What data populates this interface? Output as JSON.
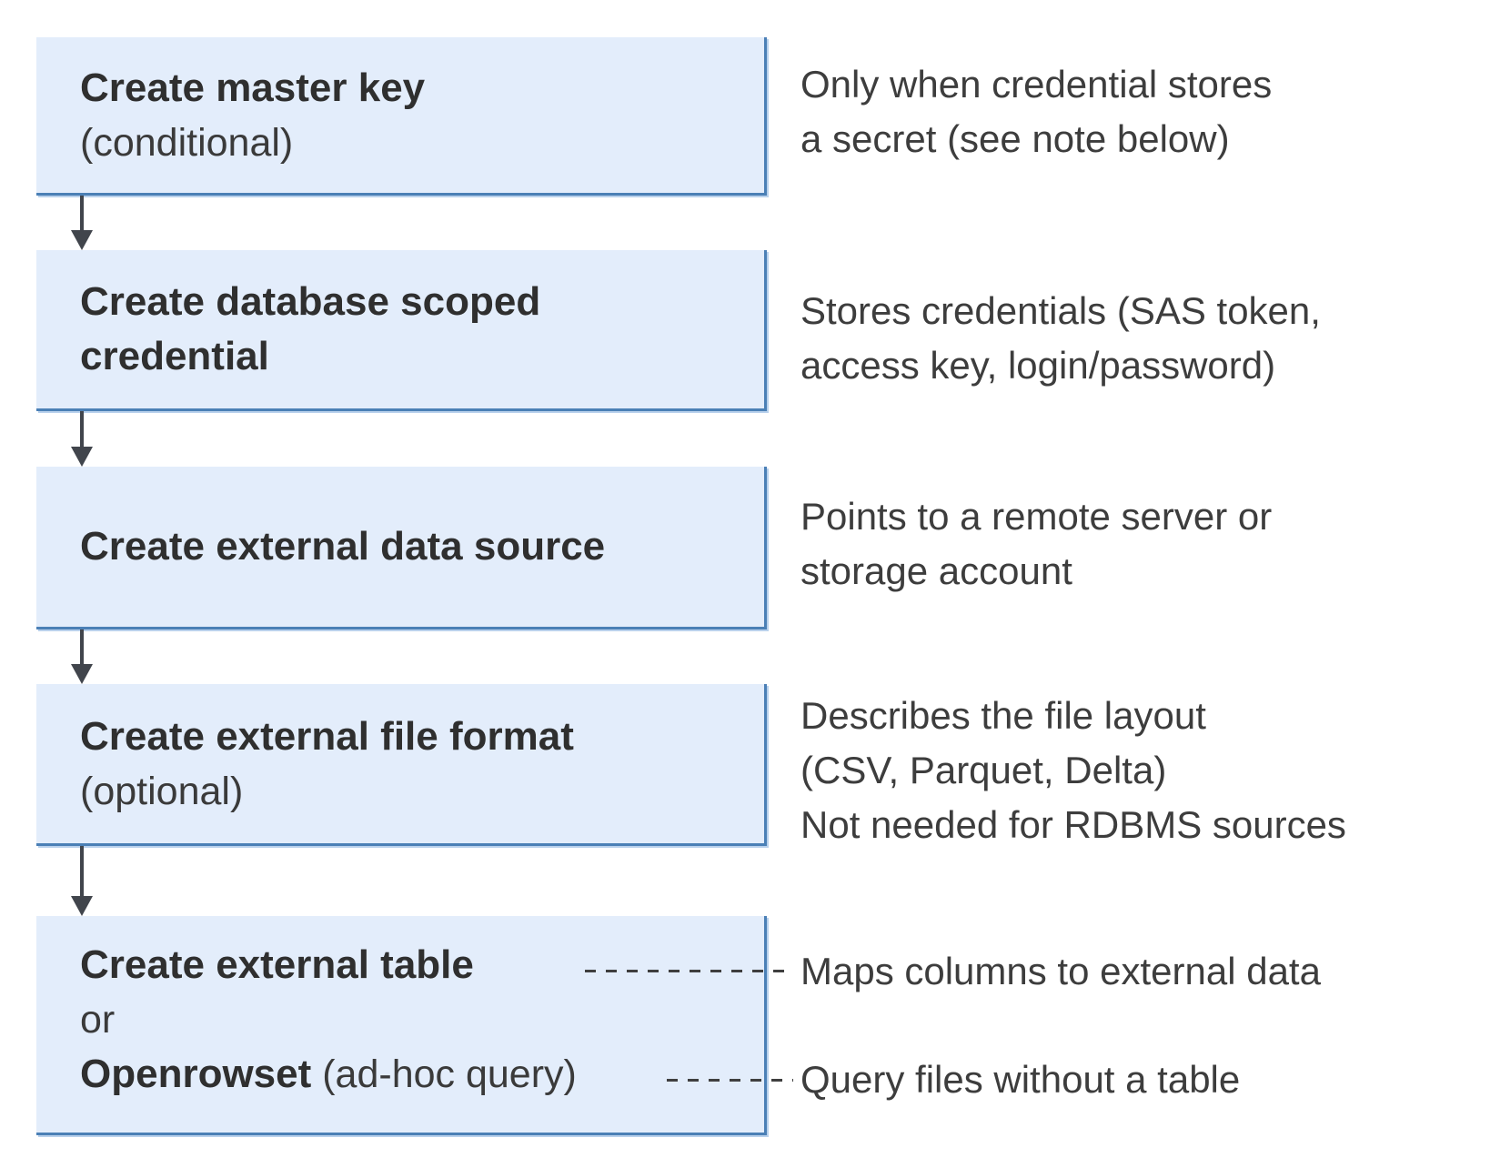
{
  "colors": {
    "box_fill": "#e3edfb",
    "box_border": "#4b80b6",
    "box_edge_highlight": "#b9d1ec",
    "arrow": "#41454c",
    "dashed_connector": "#3f3f3f",
    "title_text": "#2f2f2f",
    "note_text": "#3d3d3d"
  },
  "steps": [
    {
      "title_lines": [
        "Create master key"
      ],
      "subtitle": "(conditional)",
      "note_lines": [
        "Only when credential stores",
        "a secret (see note below)"
      ]
    },
    {
      "title_lines": [
        "Create database scoped",
        "credential"
      ],
      "note_lines": [
        "Stores credentials (SAS token,",
        "access key, login/password)"
      ]
    },
    {
      "title_lines": [
        "Create external data source"
      ],
      "note_lines": [
        "Points to a remote server or",
        "storage account"
      ]
    },
    {
      "title_lines": [
        "Create external file format"
      ],
      "subtitle": "(optional)",
      "note_lines": [
        "Describes the file layout",
        "(CSV, Parquet, Delta)",
        "Not needed for RDBMS sources"
      ]
    },
    {
      "option1_title": "Create external table",
      "connector_word": "or",
      "option2_title": "Openrowset",
      "option2_suffix": " (ad-hoc query)",
      "option1_note": "Maps columns to external data",
      "option2_note": "Query files without a table"
    }
  ]
}
